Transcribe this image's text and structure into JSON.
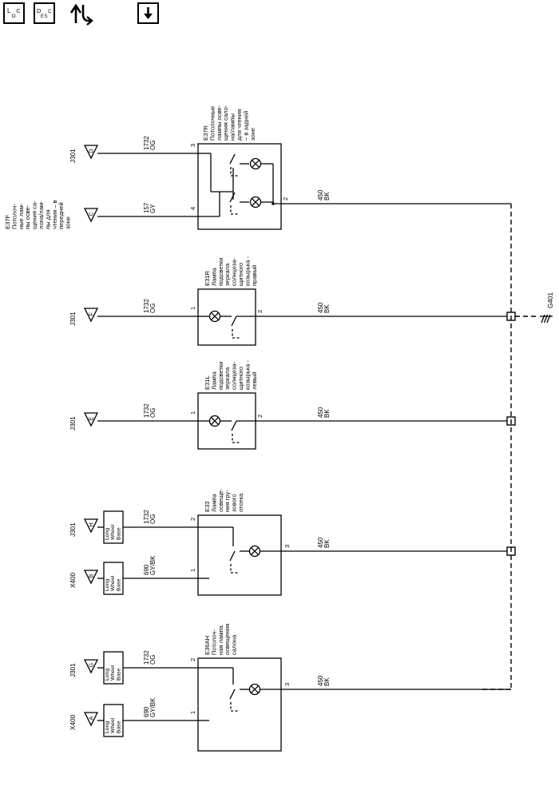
{
  "toolbar": {
    "loc_icon": "location-view-icon",
    "desc_icon": "description-view-icon",
    "flow_icon": "signal-flow-icon",
    "download_icon": "download-arrow-icon",
    "loc_letters": [
      "L",
      "O",
      "C"
    ],
    "desc_letters": [
      "D",
      "E",
      "S",
      "C"
    ]
  },
  "diagram": {
    "e37f_label": [
      "E37F",
      "Потолоч-",
      "ные лам-",
      "пы осве-",
      "щения са-",
      "лона/лам-",
      "пы для",
      "чтения – в",
      "передней",
      "зоне"
    ],
    "ground": "G401",
    "long_wheel_base": [
      "Long",
      "Wheel",
      "Base"
    ],
    "components": [
      {
        "id": "E37R",
        "label": [
          "E37R",
          "Потолочные",
          "лампы осве-",
          "щения сало-",
          "на/лампы",
          "для чтения",
          "– в задней",
          "зоне"
        ],
        "inputs": [
          {
            "connector": "J301",
            "letter": "D",
            "circuit": "1732",
            "color": "OG",
            "pin": "3"
          },
          {
            "connector": "",
            "letter": "C",
            "circuit": "157",
            "color": "GY",
            "pin": "4"
          }
        ],
        "output": {
          "pin": "2",
          "circuit": "450",
          "color": "BK"
        }
      },
      {
        "id": "E31R",
        "label": [
          "E31R",
          "Лампа",
          "подсветки",
          "зеркала",
          "солнцеза-",
          "щитного",
          "козырька -",
          "правый"
        ],
        "inputs": [
          {
            "connector": "J301",
            "letter": "F",
            "circuit": "1732",
            "color": "OG",
            "pin": "1"
          }
        ],
        "output": {
          "pin": "2",
          "circuit": "450",
          "color": "BK"
        }
      },
      {
        "id": "E31L",
        "label": [
          "E31L",
          "Лампа",
          "подсветки",
          "зеркала",
          "солнцеза-",
          "щитного",
          "козырька -",
          "левый"
        ],
        "inputs": [
          {
            "connector": "J301",
            "letter": "E",
            "circuit": "1732",
            "color": "OG",
            "pin": "1"
          }
        ],
        "output": {
          "pin": "2",
          "circuit": "450",
          "color": "BK"
        }
      },
      {
        "id": "E33",
        "label": [
          "E33",
          "Лампа",
          "освеще-",
          "ния гру-",
          "зового",
          "отсека"
        ],
        "inputs": [
          {
            "connector": "J301",
            "letter": "H",
            "circuit": "1732",
            "color": "OG",
            "pin": "2"
          },
          {
            "connector": "X400",
            "letter": "B",
            "circuit": "690",
            "color": "GY/BK",
            "pin": "1"
          }
        ],
        "output": {
          "pin": "3",
          "circuit": "450",
          "color": "BK"
        }
      },
      {
        "id": "E36AH",
        "label": [
          "E36AH",
          "Потолоч-",
          "ная лампа",
          "освещения",
          "салона"
        ],
        "inputs": [
          {
            "connector": "J301",
            "letter": "G",
            "circuit": "1732",
            "color": "OG",
            "pin": "2"
          },
          {
            "connector": "X400",
            "letter": "A",
            "circuit": "690",
            "color": "GY/BK",
            "pin": "1"
          }
        ],
        "output": {
          "pin": "3",
          "circuit": "450",
          "color": "BK"
        }
      }
    ]
  }
}
